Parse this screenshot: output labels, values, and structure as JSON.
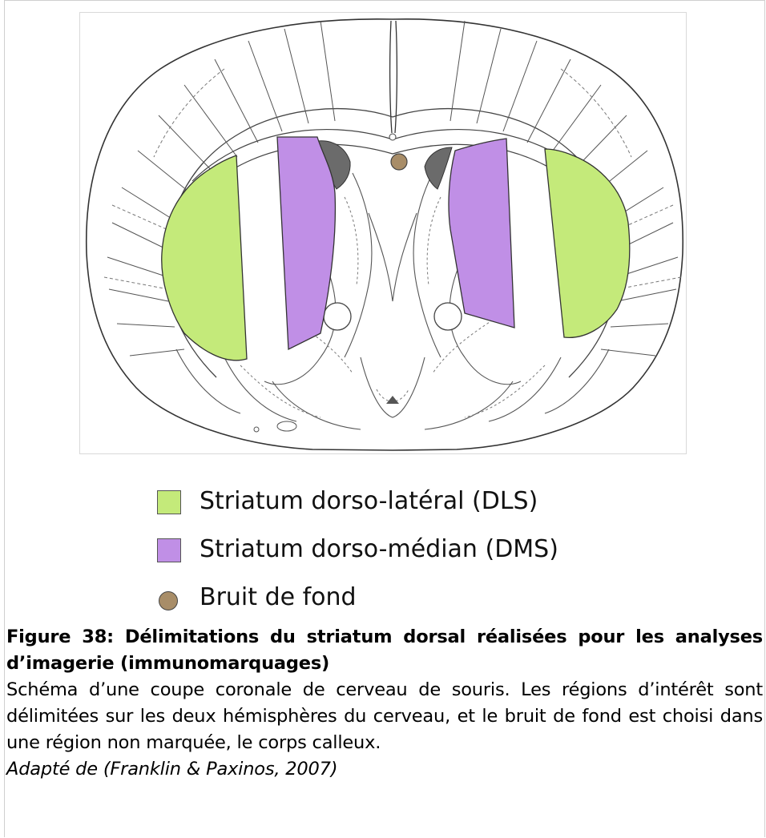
{
  "legend": {
    "items": [
      {
        "label": "Striatum dorso-latéral (DLS)",
        "color": "#c4ea7a",
        "marker": "square"
      },
      {
        "label": "Striatum dorso-médian (DMS)",
        "color": "#c08fe6",
        "marker": "square"
      },
      {
        "label": "Bruit de fond",
        "color": "#a88d68",
        "marker": "circle"
      }
    ]
  },
  "caption": {
    "title": "Figure 38: Délimitations  du striatum dorsal réalisées pour les analyses d’imagerie (immunomarquages)",
    "body": "Schéma d’une coupe coronale de cerveau de souris. Les régions d’intérêt sont délimitées sur les deux hémisphères du cerveau, et le bruit de fond est choisi dans une région non marquée, le corps calleux.",
    "source": "Adapté de (Franklin & Paxinos, 2007)"
  },
  "colors": {
    "dls": "#c4ea7a",
    "dms": "#c08fe6",
    "ventricle": "#6b6b6b",
    "background_roi": "#a88d68"
  }
}
